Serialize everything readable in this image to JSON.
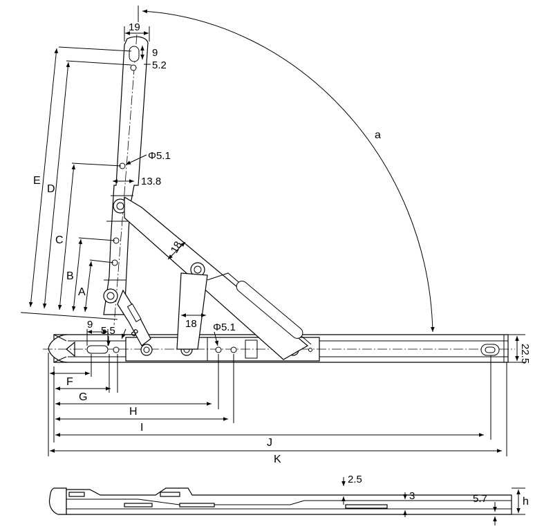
{
  "dims": {
    "w19": "19",
    "slot9": "9",
    "hole52": "5.2",
    "phi51_top": "Φ5.1",
    "w138": "13.8",
    "arm18": "18",
    "link18": "18",
    "phi51_bottom": "Φ5.1",
    "base9": "9",
    "base55": "5.5",
    "base8": "8",
    "h225": "22.5",
    "angle": "a",
    "E": "E",
    "D": "D",
    "C": "C",
    "B": "B",
    "A": "A",
    "F": "F",
    "G": "G",
    "H": "H",
    "I": "I",
    "J": "J",
    "K": "K",
    "side25": "2.5",
    "side3": "3",
    "side57": "5.7",
    "sideh": "h"
  }
}
